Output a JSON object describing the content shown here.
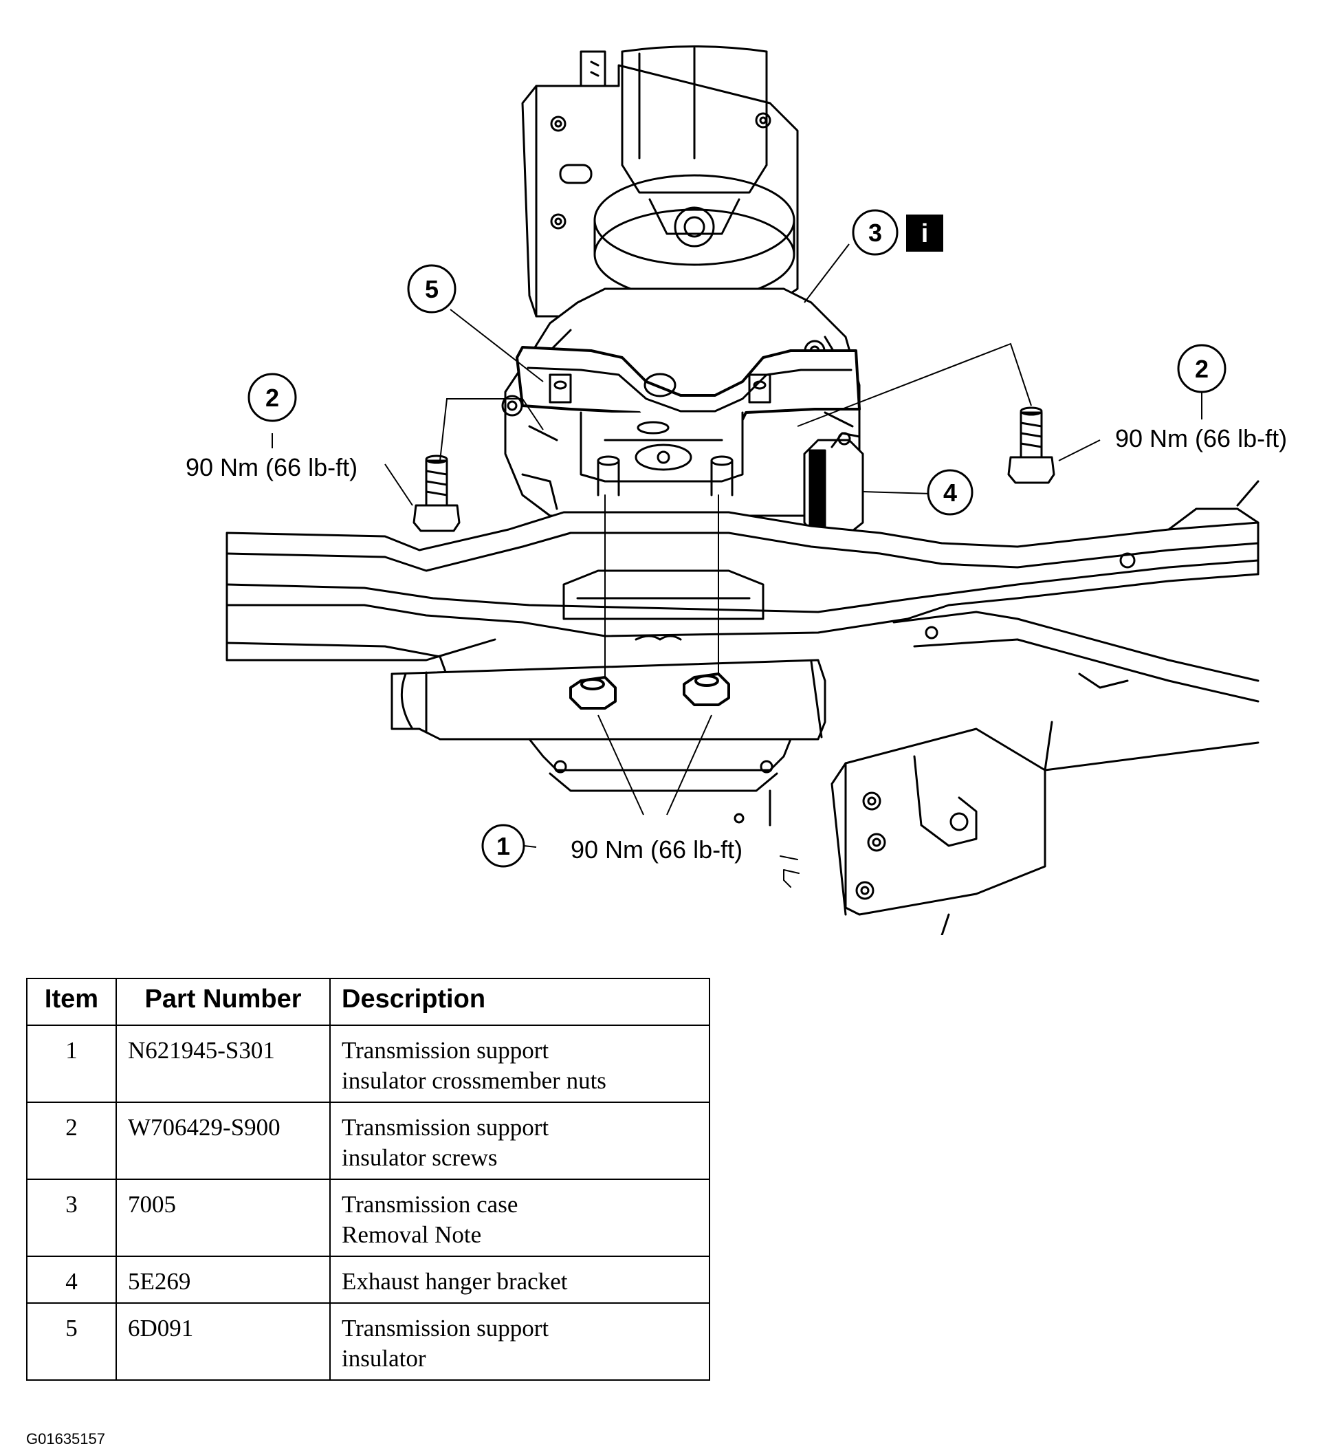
{
  "callouts": [
    {
      "id": "1",
      "label": "1"
    },
    {
      "id": "2a",
      "label": "2"
    },
    {
      "id": "2b",
      "label": "2"
    },
    {
      "id": "3",
      "label": "3"
    },
    {
      "id": "4",
      "label": "4"
    },
    {
      "id": "5",
      "label": "5"
    }
  ],
  "info_badge": "i",
  "torque": {
    "nuts": "90 Nm (66 lb-ft)",
    "screw_left": "90 Nm (66 lb-ft)",
    "screw_right": "90 Nm (66 lb-ft)"
  },
  "table": {
    "headers": [
      "Item",
      "Part Number",
      "Description"
    ],
    "rows": [
      {
        "item": "1",
        "part": "N621945-S301",
        "desc": [
          "Transmission support",
          "insulator crossmember nuts"
        ]
      },
      {
        "item": "2",
        "part": "W706429-S900",
        "desc": [
          "Transmission support",
          "insulator screws"
        ]
      },
      {
        "item": "3",
        "part": "7005",
        "desc": [
          "Transmission case",
          "Removal Note"
        ]
      },
      {
        "item": "4",
        "part": "5E269",
        "desc": [
          "Exhaust hanger bracket"
        ]
      },
      {
        "item": "5",
        "part": "6D091",
        "desc": [
          "Transmission support",
          "insulator"
        ]
      }
    ]
  },
  "figure_id": "G01635157"
}
